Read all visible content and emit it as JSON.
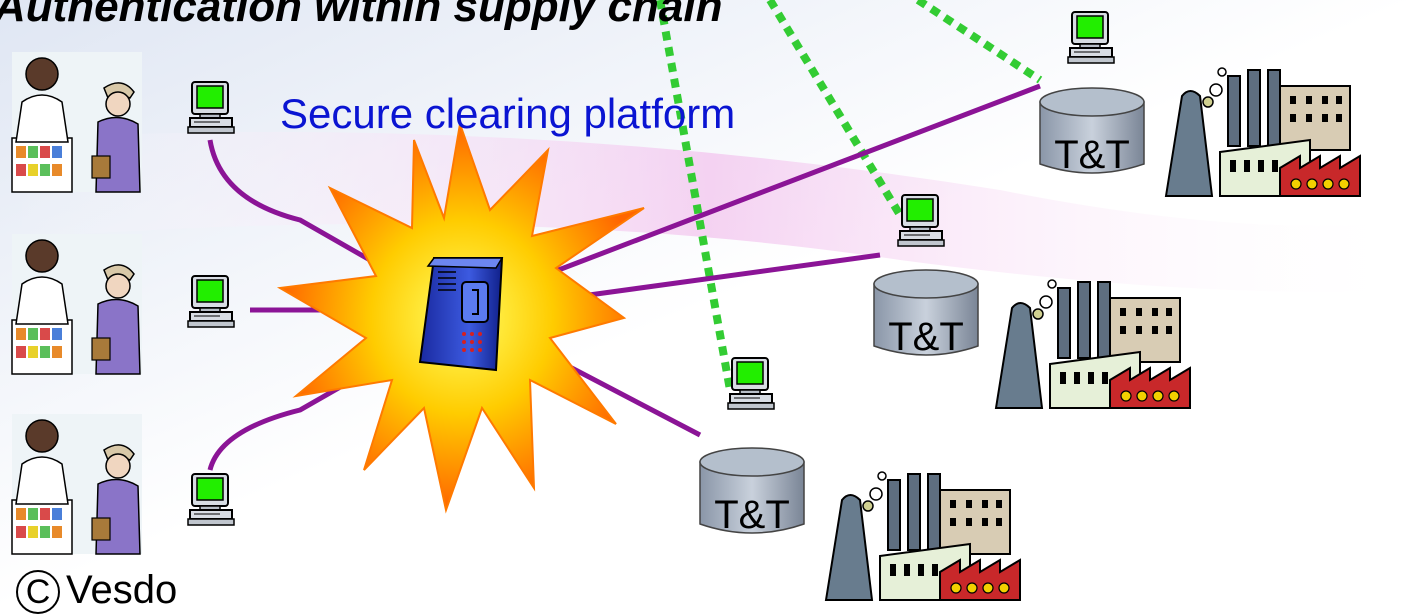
{
  "title": "Authentication within supply chain",
  "platform_label": "Secure clearing platform",
  "database_label": "T&T",
  "copyright": {
    "symbol": "C",
    "owner": "Vesdo"
  },
  "colors": {
    "link": "#8b1496",
    "dotted_link": "#33cc33",
    "label": "#0a14d2",
    "burst_outer": "#ffcc00",
    "burst_inner": "#ff6600"
  }
}
